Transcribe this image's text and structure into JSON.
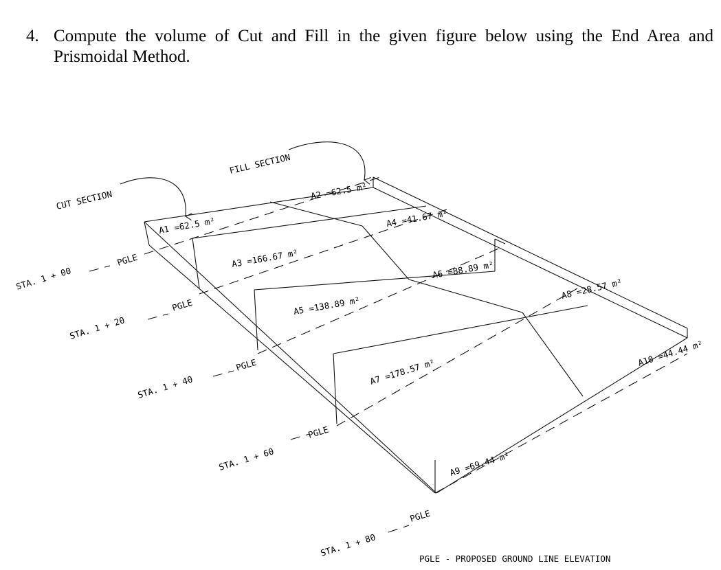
{
  "question": {
    "number": "4.",
    "text": "Compute the volume of Cut and Fill in the given figure below using the End Area and Prismoidal Method."
  },
  "callouts": {
    "cut": "CUT SECTION",
    "fill": "FILL SECTION"
  },
  "areas": {
    "a1": "A1 =62.5 m²",
    "a2": "A2 =62.5 m²",
    "a3": "A3 =166.67 m²",
    "a4": "A4 =41.67 m²",
    "a5": "A5 =138.89 m²",
    "a6": "A6 =88.89 m²",
    "a7": "A7 =178.57 m²",
    "a8": "A8 =28.57 m²",
    "a9": "A9 =69.44 m²",
    "a10": "A10 =44.44 m²"
  },
  "stations": {
    "s0": "STA. 1 + 00",
    "s1": "STA. 1 + 20",
    "s2": "STA. 1 + 40",
    "s3": "STA. 1 + 60",
    "s4": "STA. 1 + 80"
  },
  "pgle_label": "PGLE",
  "legend": "PGLE - PROPOSED GROUND LINE ELEVATION"
}
